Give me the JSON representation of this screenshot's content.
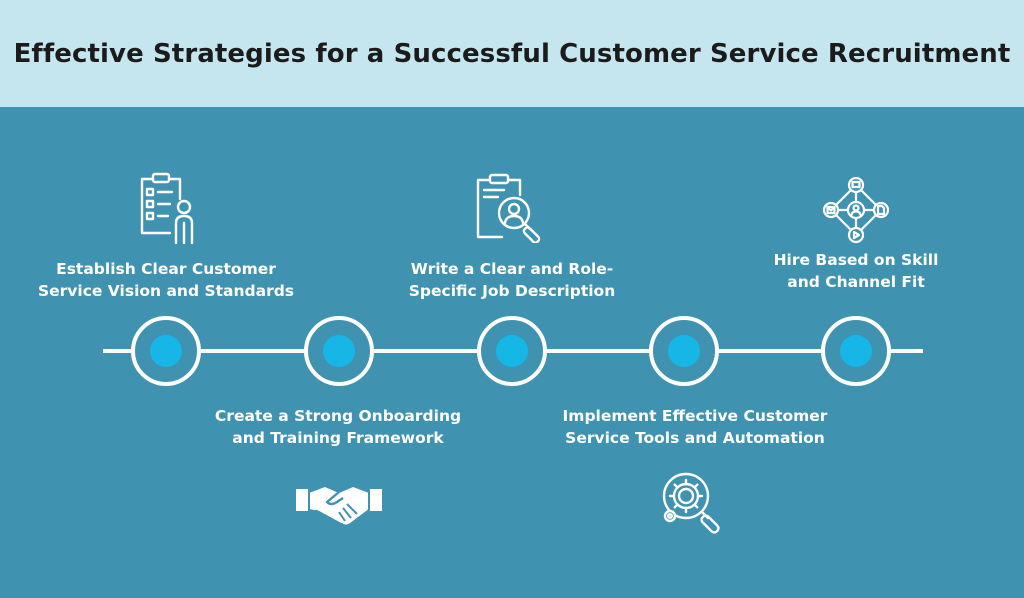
{
  "title": "Effective Strategies for a Successful Customer Service Recruitment",
  "colors": {
    "header_bg": "#c6e6ef",
    "main_bg": "#3f93b0",
    "node_dot": "#16b6e6",
    "line": "#ffffff"
  },
  "steps": [
    {
      "line1": "Establish Clear Customer",
      "line2": "Service Vision and Standards",
      "position": "above",
      "icon": "checklist-person-icon"
    },
    {
      "line1": "Create a Strong Onboarding",
      "line2": "and Training Framework",
      "position": "below",
      "icon": "handshake-icon"
    },
    {
      "line1": "Write a Clear and Role-",
      "line2": "Specific Job Description",
      "position": "above",
      "icon": "clipboard-search-icon"
    },
    {
      "line1": "Implement Effective Customer",
      "line2": "Service Tools and Automation",
      "position": "below",
      "icon": "gear-search-icon"
    },
    {
      "line1": "Hire Based on Skill",
      "line2": "and Channel Fit",
      "position": "above",
      "icon": "channel-network-icon"
    }
  ]
}
